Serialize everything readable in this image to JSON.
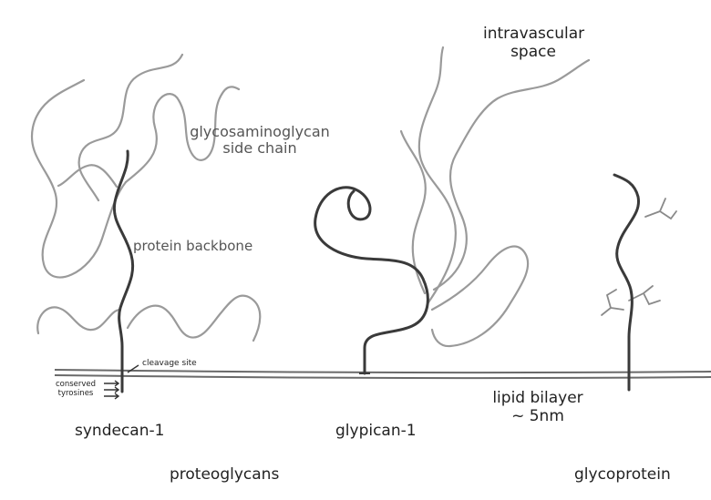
{
  "labels": {
    "intravascular_line1": "intravascular",
    "intravascular_line2": "space",
    "gag_line1": "glycosaminoglycan",
    "gag_line2": "side chain",
    "protein_backbone": "protein backbone",
    "cleavage_site": "cleavage site",
    "conserved_line1": "conserved",
    "conserved_line2": "tyrosines",
    "lipid_line1": "lipid bilayer",
    "lipid_line2": "~ 5nm",
    "syndecan": "syndecan-1",
    "glypican": "glypican-1",
    "proteoglycans": "proteoglycans",
    "glycoprotein": "glycoprotein"
  },
  "colors": {
    "backbone": "#3a3a3a",
    "side_chain": "#9a9a9a",
    "membrane": "#6a6a6a",
    "text": "#222222"
  }
}
